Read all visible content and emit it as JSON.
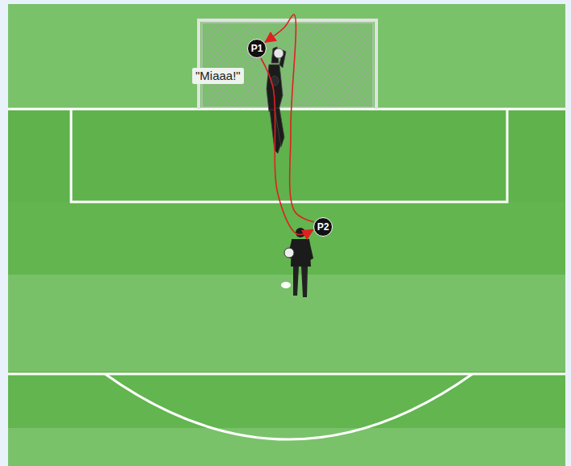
{
  "diagram": {
    "nodes": [
      {
        "text": [
          "P1"
        ]
      },
      {
        "text": [
          "P2"
        ]
      }
    ],
    "edges": [
      {
        "from": 1,
        "to": 0,
        "arrow": "to"
      },
      {
        "from": 0,
        "to": 1,
        "arrow": "to"
      }
    ],
    "labels": [
      "\"Miaaa!\""
    ]
  }
}
